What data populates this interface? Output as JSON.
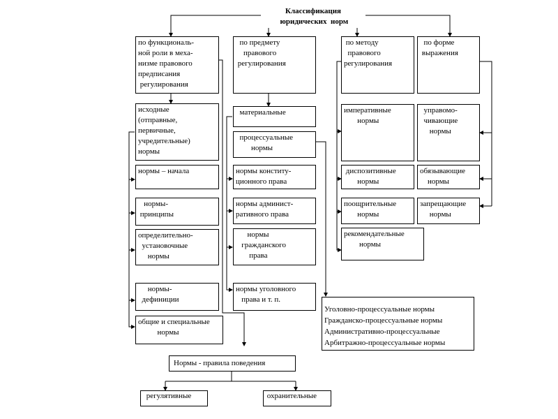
{
  "title": "Классификация\n юридических  норм",
  "columns": {
    "functional": {
      "header": "по функциональ-\nной роли в меха-\nнизме правового\nпредписания\n регулирования",
      "items": [
        "исходные\n(отправные,\nпервичные,\nучредительные)\nнормы",
        "нормы – начала",
        "   нормы-\n принципы",
        "определительно-\n  установочные\n     нормы",
        "     нормы-\n  дефиниции",
        "общие и специальные\n          нормы"
      ]
    },
    "subject": {
      "header": "  по предмету\n    правового\n регулирования",
      "items": [
        "  материальные",
        "  процессуальные\n        нормы",
        "нормы конститу-\nционного права",
        "нормы админист-\nративного права",
        "      нормы\n   гражданского\n       права",
        "нормы уголовного\n   права и т. п."
      ]
    },
    "method": {
      "header": " по методу\n  правового\nрегулирования",
      "items": [
        "императивные\n       нормы",
        " диспозитивные\n       нормы",
        "поощрительные\n       нормы",
        "рекомендательные\n        нормы"
      ]
    },
    "form": {
      "header": "  по форме\n выражения",
      "items": [
        "  управомо-\n  чивающие\n     нормы",
        "обязывающие\n    нормы",
        "запрещающие\n     нормы"
      ]
    }
  },
  "procedural_norms": "Уголовно-процессуальные нормы\nГражданско-процессуальные нормы\nАдминистративно-процессуальные\nАрбитражно-процессуальные нормы",
  "behavior": {
    "header": "Нормы - правила поведения",
    "items": [
      " регулятивные",
      " охранительные"
    ]
  }
}
